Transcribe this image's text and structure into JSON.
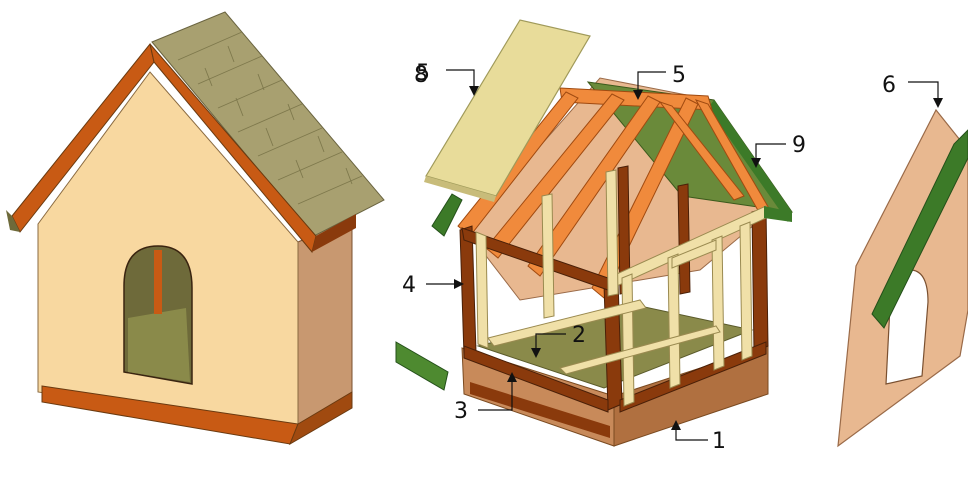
{
  "diagram": {
    "callouts": [
      {
        "id": "1",
        "label": "1"
      },
      {
        "id": "2",
        "label": "2"
      },
      {
        "id": "3",
        "label": "3"
      },
      {
        "id": "4",
        "label": "4"
      },
      {
        "id": "5",
        "label": "5"
      },
      {
        "id": "6",
        "label": "6"
      },
      {
        "id": "8",
        "label": "8"
      },
      {
        "id": "9",
        "label": "9"
      }
    ],
    "colors": {
      "siding": "#f8d8a0",
      "siding_shade": "#c89870",
      "trim": "#c85a14",
      "trim_dark": "#8a3a0c",
      "framing": "#f0e0a8",
      "rafter": "#f08a3c",
      "floor": "#8a8a4a",
      "shingle": "#a8a070",
      "plywood": "#e8dc9a",
      "panel": "#e8b890",
      "green": "#3c7a28"
    }
  }
}
